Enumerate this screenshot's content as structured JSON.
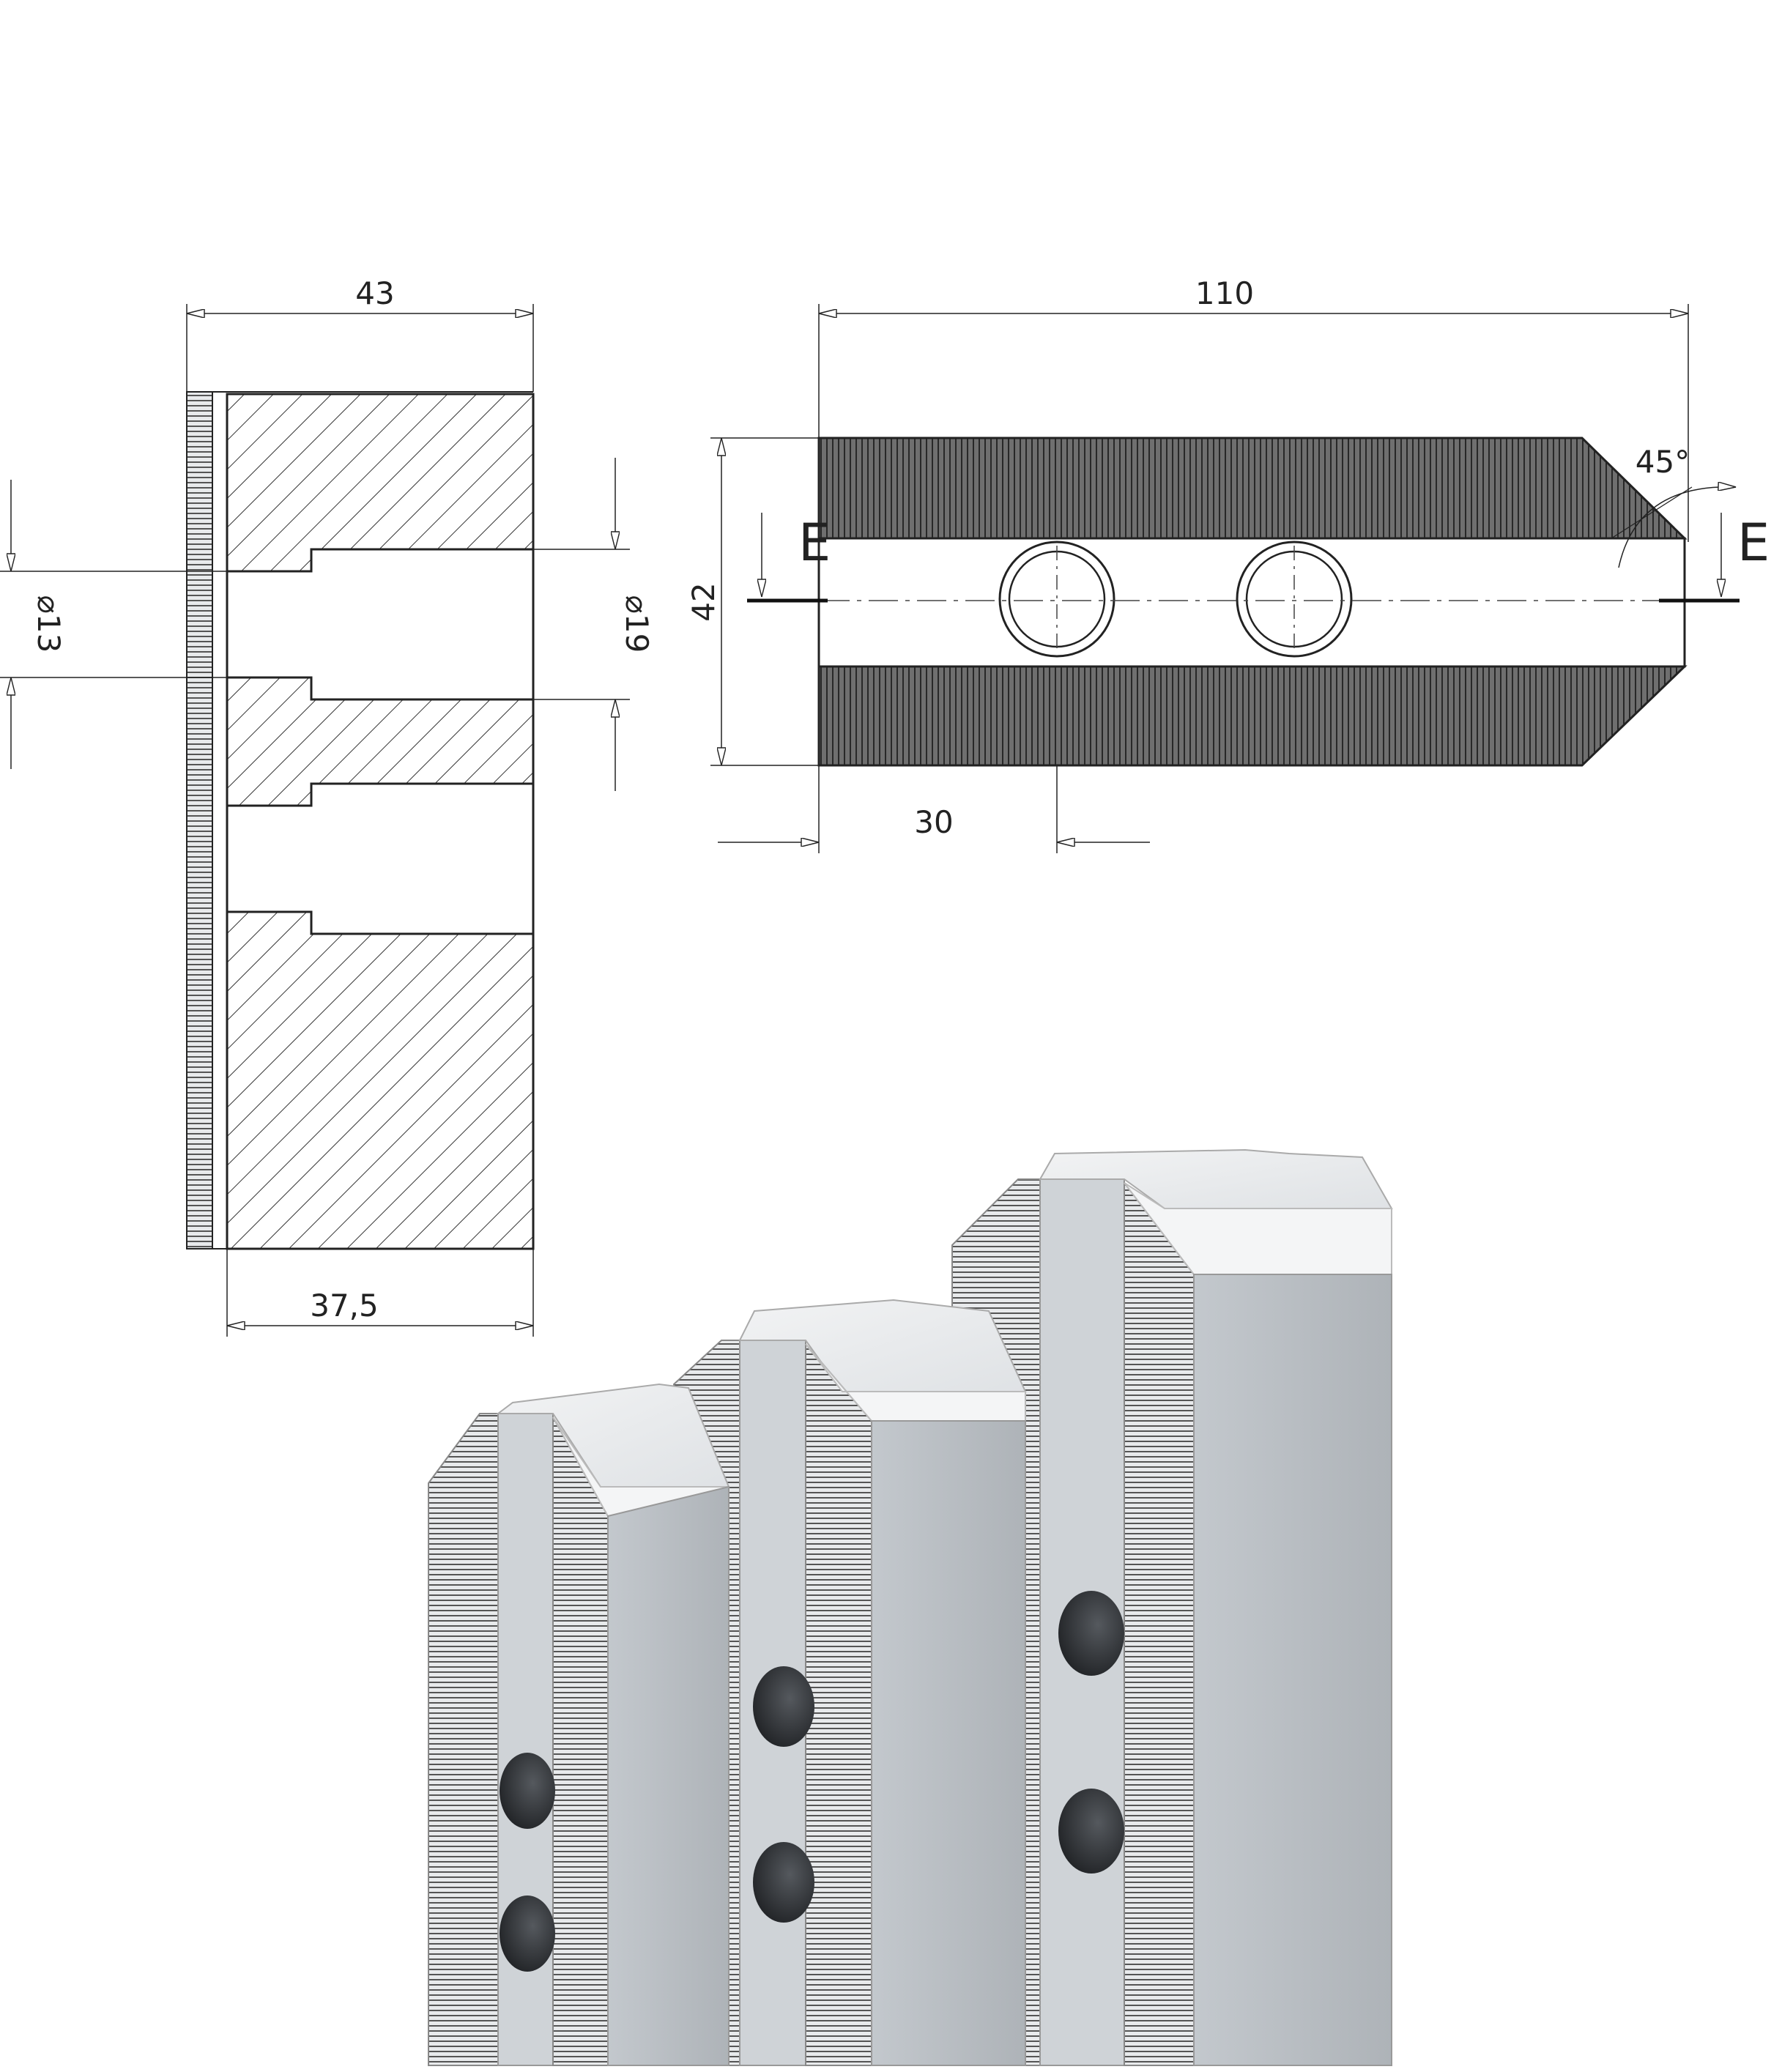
{
  "section_view": {
    "width_label": "43",
    "inner_width_label": "37,5",
    "small_bore_label": "⌀13",
    "large_bore_label": "⌀19"
  },
  "front_view": {
    "length_label": "110",
    "height_label": "42",
    "hole_offset_label": "30",
    "angle_label": "45°",
    "section_left_label": "E",
    "section_right_label": "E"
  },
  "colors": {
    "line": "#1a1a1a",
    "jaw_light": "#d9dde2",
    "jaw_mid": "#b9bec4",
    "jaw_dark": "#8d939a",
    "hole": "#2b2d30"
  }
}
